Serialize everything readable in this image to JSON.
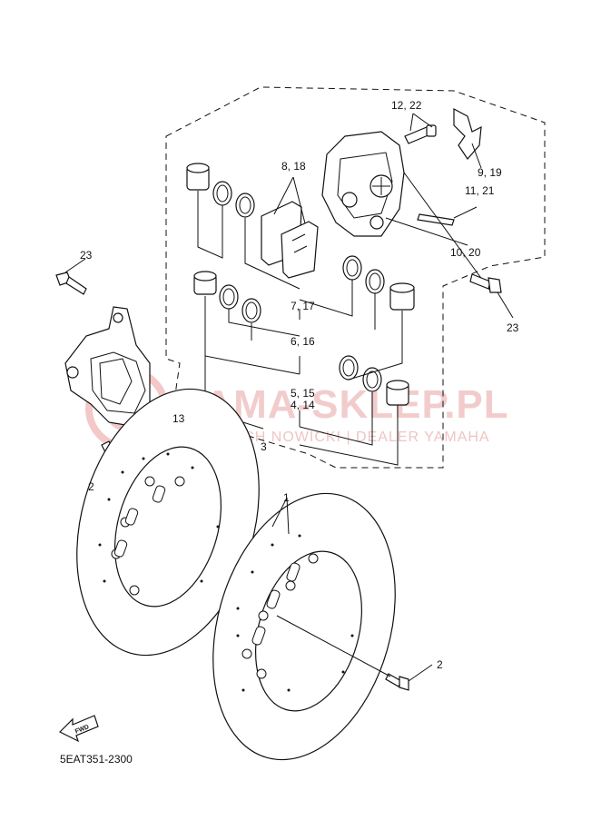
{
  "diagram": {
    "assembly_code": "5EAT351-2300",
    "fwd_label": "FWD",
    "watermark": {
      "title": "YAMA-SKLEP.PL",
      "subtitle": "WOJCIECH NOWICKI | DEALER YAMAHA"
    },
    "callouts": {
      "c1": "1",
      "c2a": "2",
      "c2b": "2",
      "c3": "3",
      "c4_14": "4, 14",
      "c5_15": "5, 15",
      "c6_16": "6, 16",
      "c7_17": "7, 17",
      "c8_18": "8, 18",
      "c9_19": "9, 19",
      "c10_20": "10, 20",
      "c11_21": "11, 21",
      "c12_22": "12, 22",
      "c13": "13",
      "c23a": "23",
      "c23b": "23"
    }
  }
}
